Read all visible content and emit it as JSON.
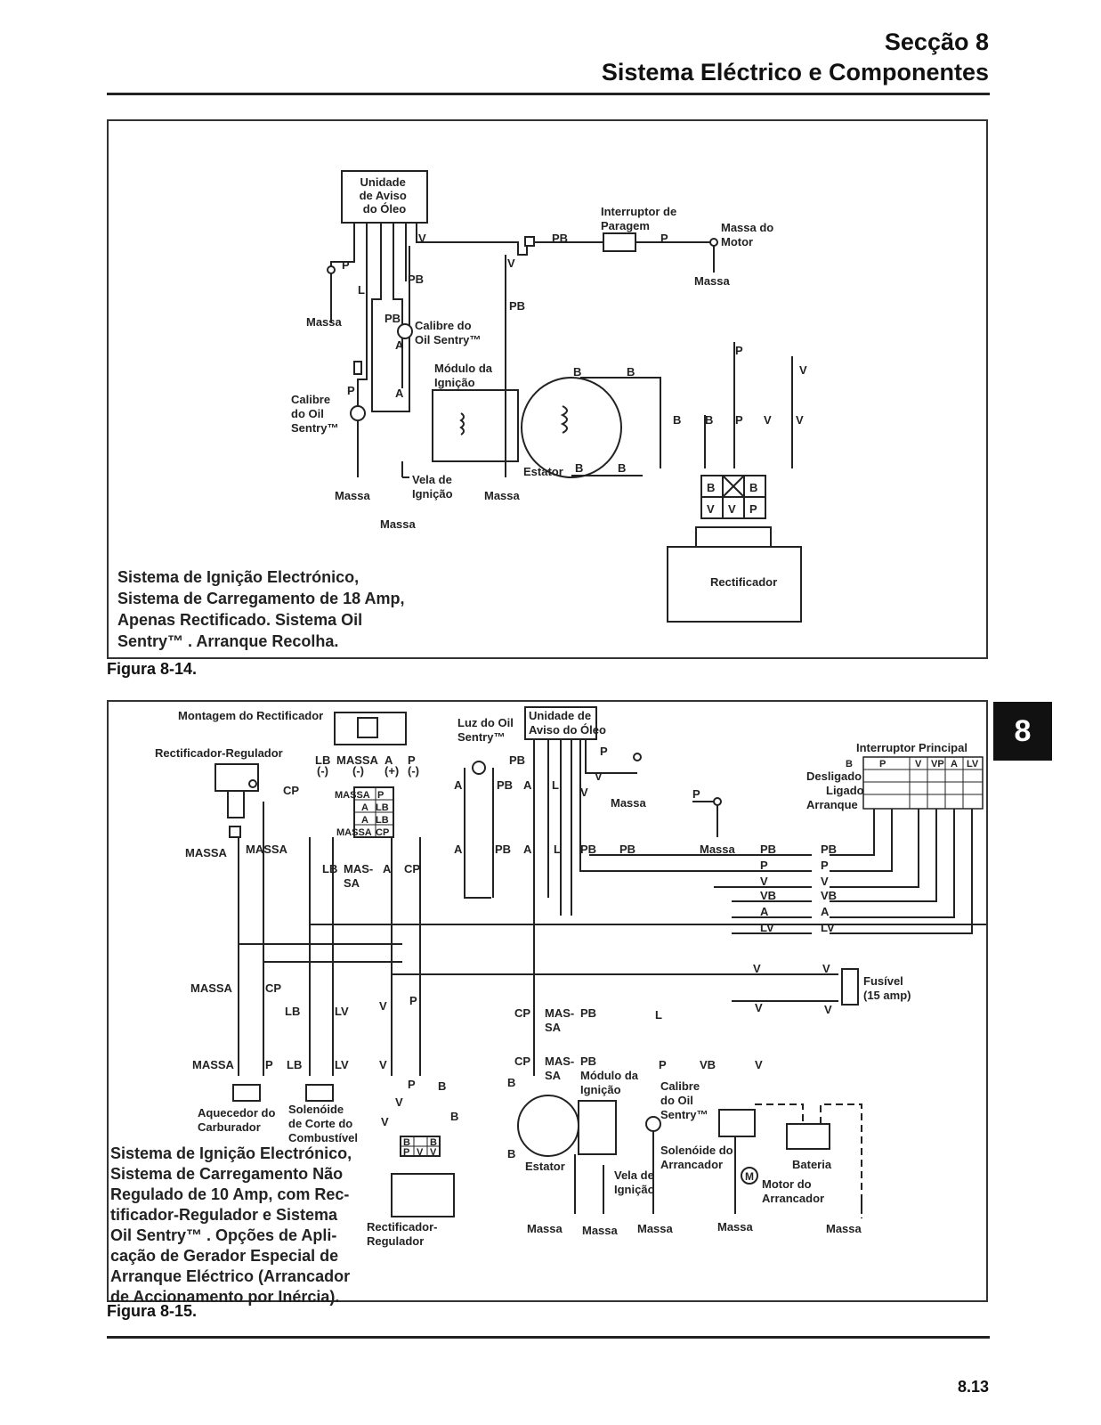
{
  "header": {
    "section": "Secção 8",
    "title": "Sistema Eléctrico e Componentes"
  },
  "tab_label": "8",
  "page_number": "8.13",
  "figure1": {
    "caption": "Figura 8-14.",
    "description": [
      "Sistema de Ignição Electrónico,",
      "Sistema de Carregamento de 18 Amp,",
      "Apenas Rectificado. Sistema Oil",
      "Sentry™ . Arranque Recolha."
    ],
    "labels": {
      "oil_warning_unit": [
        "Unidade",
        "de Aviso",
        "do Óleo"
      ],
      "stop_switch": [
        "Interruptor de",
        "Paragem"
      ],
      "engine_ground": [
        "Massa do",
        "Motor"
      ],
      "ground": "Massa",
      "oil_sentry_gauge": [
        "Calibre do",
        "Oil Sentry™"
      ],
      "oil_sentry_gauge_left": [
        "Calibre",
        "do Oil",
        "Sentry™"
      ],
      "ignition_module": [
        "Módulo da",
        "Ignição"
      ],
      "spark_plug": [
        "Vela de",
        "Ignição"
      ],
      "stator": "Estator",
      "rectifier": "Rectificador",
      "wire_codes": {
        "P": "P",
        "L": "L",
        "PB": "PB",
        "A": "A",
        "V": "V",
        "B": "B"
      },
      "rect_connector": [
        [
          "B",
          "",
          "B"
        ],
        [
          "V",
          "V",
          "P"
        ]
      ]
    }
  },
  "figure2": {
    "caption": "Figura 8-15.",
    "description": [
      "Sistema de Ignição Electrónico,",
      "Sistema de Carregamento Não",
      "Regulado de 10 Amp, com Rec-",
      "tificador-Regulador e Sistema",
      "Oil Sentry™ . Opções de Apli-",
      "cação de Gerador Especial de",
      "Arranque Eléctrico (Arrancador",
      "de Accionamento por Inércia)."
    ],
    "labels": {
      "rectifier_mount": "Montagem do Rectificador",
      "rectifier_regulator": "Rectificador-Regulador",
      "rectifier_regulator_bottom": [
        "Rectificador-",
        "Regulador"
      ],
      "oil_sentry_light": [
        "Luz do Oil",
        "Sentry™"
      ],
      "oil_warning_unit": [
        "Unidade de",
        "Aviso do Óleo"
      ],
      "main_switch": "Interruptor Principal",
      "switch_header": [
        "B",
        "P",
        "V",
        "VP",
        "A",
        "LV"
      ],
      "switch_rows": [
        "Desligado",
        "Ligado",
        "Arranque"
      ],
      "fuse": [
        "Fusível",
        "(15 amp)"
      ],
      "carb_heater": [
        "Aquecedor do",
        "Carburador"
      ],
      "fuel_solenoid": [
        "Solenóide",
        "de Corte do",
        "Combustível"
      ],
      "stator": "Estator",
      "ignition_module": [
        "Módulo da",
        "Ignição"
      ],
      "spark_plug": [
        "Vela de",
        "Ignição"
      ],
      "oil_sentry_gauge": [
        "Calibre",
        "do Oil",
        "Sentry™"
      ],
      "starter_solenoid": [
        "Solenóide do",
        "Arrancador"
      ],
      "battery": "Bateria",
      "starter_motor": [
        "Motor do",
        "Arrancador"
      ],
      "motor_symbol": "M",
      "ground": "Massa",
      "massa": "MASSA",
      "massa_split": [
        "MAS-",
        "SA"
      ],
      "rect_terminals": [
        "LB",
        "MASSA",
        "A",
        "P"
      ],
      "rect_polarity": [
        "(-)",
        "(-)",
        "(+)",
        "(-)"
      ],
      "connector_grid": [
        [
          "MASSA",
          "P"
        ],
        [
          "A",
          "LB"
        ],
        [
          "A",
          "LB"
        ],
        [
          "MASSA",
          "CP"
        ]
      ],
      "harness_codes_left": [
        "PB",
        "P",
        "V",
        "VB",
        "A",
        "LV"
      ],
      "harness_codes_right": [
        "PB",
        "P",
        "V",
        "VB",
        "A",
        "LV"
      ],
      "wire_codes": {
        "CP": "CP",
        "LB": "LB",
        "LV": "LV",
        "P": "P",
        "V": "V",
        "B": "B",
        "A": "A",
        "L": "L",
        "PB": "PB",
        "VB": "VB"
      },
      "rr_connector": [
        [
          "B",
          "",
          "B"
        ],
        [
          "P",
          "V",
          "V"
        ]
      ]
    }
  }
}
